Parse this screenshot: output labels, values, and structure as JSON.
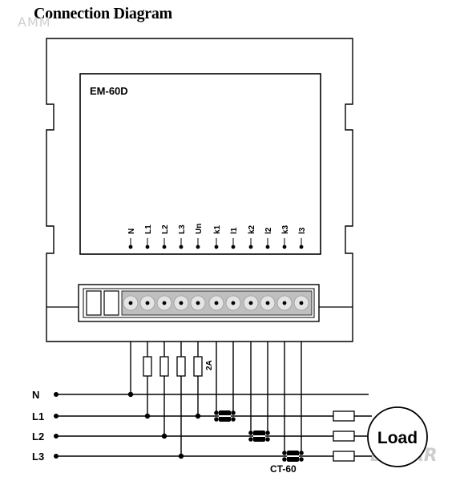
{
  "title": "Connection Diagram",
  "watermark_top": "AMM",
  "watermark_bottom": "BAZAR",
  "device": {
    "model": "EM-60D",
    "terminals": [
      "N",
      "L1",
      "L2",
      "L3",
      "Un",
      "k1",
      "l1",
      "k2",
      "l2",
      "k3",
      "l3"
    ]
  },
  "lines": [
    "N",
    "L1",
    "L2",
    "L3"
  ],
  "fuse_rating": "2A",
  "ct_label": "CT-60",
  "load_label": "Load"
}
